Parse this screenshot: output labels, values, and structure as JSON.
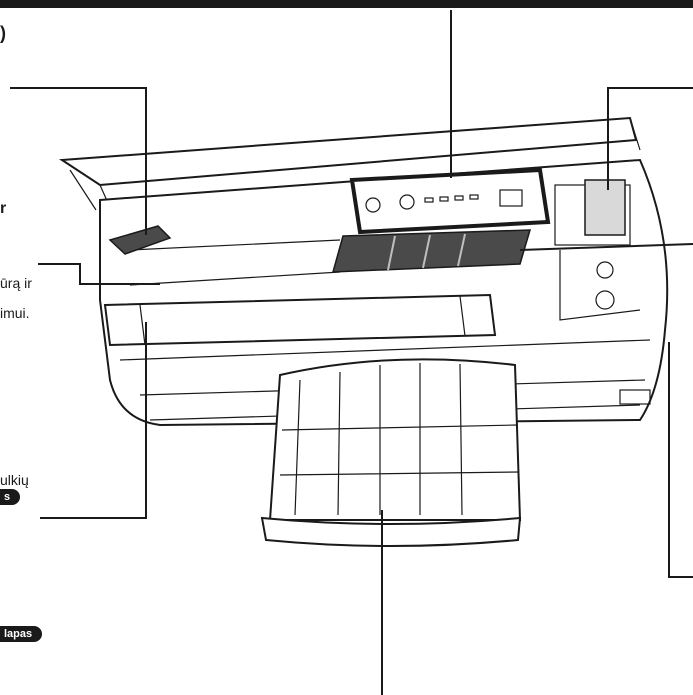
{
  "text_fragments": {
    "title_fragment": ")",
    "bold_fragment": "r",
    "fragment_line_1": "ūrą ir",
    "fragment_line_2": "imui.",
    "fragment_line_3": "ulkių"
  },
  "tags": {
    "tag_1": "s",
    "tag_2": "lapas"
  },
  "colors": {
    "ink": "#1a1a1a",
    "panel_gray": "#d9d9d9",
    "panel_dark": "#4a4a4a",
    "background": "#ffffff"
  }
}
